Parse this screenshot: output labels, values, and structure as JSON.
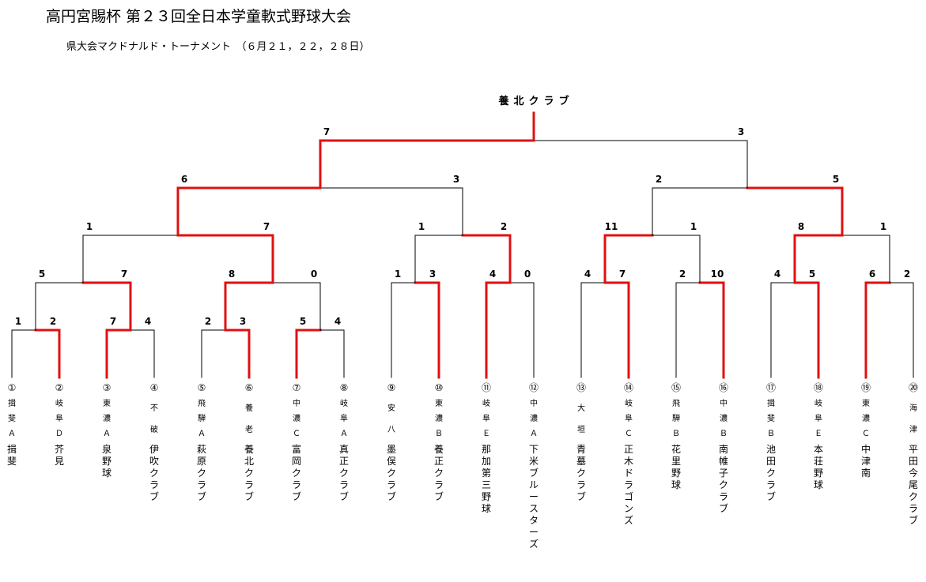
{
  "title": "高円宮賜杯 第２３回全日本学童軟式野球大会",
  "subtitle": "県大会マクドナルド・トーナメント　（６月２１，２２，２８日）",
  "champion": "養北クラブ",
  "colors": {
    "win": "#e01010",
    "line": "#000000"
  },
  "teams": [
    {
      "num": "①",
      "pref": "揖斐Ａ",
      "name": "揖斐"
    },
    {
      "num": "②",
      "pref": "岐阜Ｄ",
      "name": "芥見"
    },
    {
      "num": "③",
      "pref": "東濃Ａ",
      "name": "泉野球"
    },
    {
      "num": "④",
      "pref": "不破",
      "name": "伊吹クラブ"
    },
    {
      "num": "⑤",
      "pref": "飛騨Ａ",
      "name": "萩原クラブ"
    },
    {
      "num": "⑥",
      "pref": "養老",
      "name": "養北クラブ"
    },
    {
      "num": "⑦",
      "pref": "中濃Ｃ",
      "name": "富岡クラブ"
    },
    {
      "num": "⑧",
      "pref": "岐阜Ａ",
      "name": "真正クラブ"
    },
    {
      "num": "⑨",
      "pref": "安八",
      "name": "墨俣クラブ"
    },
    {
      "num": "⑩",
      "pref": "東濃Ｂ",
      "name": "養正クラブ"
    },
    {
      "num": "⑪",
      "pref": "岐阜Ｅ",
      "name": "那加第三野球"
    },
    {
      "num": "⑫",
      "pref": "中濃Ａ",
      "name": "下米ブルースターズ"
    },
    {
      "num": "⑬",
      "pref": "大垣",
      "name": "青墓クラブ"
    },
    {
      "num": "⑭",
      "pref": "岐阜Ｃ",
      "name": "正木ドラゴンズ"
    },
    {
      "num": "⑮",
      "pref": "飛騨Ｂ",
      "name": "花里野球"
    },
    {
      "num": "⑯",
      "pref": "中濃Ｂ",
      "name": "南帷子クラブ"
    },
    {
      "num": "⑰",
      "pref": "揖斐Ｂ",
      "name": "池田クラブ"
    },
    {
      "num": "⑱",
      "pref": "岐阜Ｅ",
      "name": "本荘野球"
    },
    {
      "num": "⑲",
      "pref": "東濃Ｃ",
      "name": "中津南"
    },
    {
      "num": "⑳",
      "pref": "海津",
      "name": "平田今尾クラブ"
    }
  ],
  "matches": [
    {
      "id": "m1",
      "round": 1,
      "a": 0,
      "b": 1,
      "score_a": "1",
      "score_b": "2",
      "winner": "b"
    },
    {
      "id": "m2",
      "round": 1,
      "a": 2,
      "b": 3,
      "score_a": "7",
      "score_b": "4",
      "winner": "a"
    },
    {
      "id": "m3",
      "round": 1,
      "a": 4,
      "b": 5,
      "score_a": "2",
      "score_b": "3",
      "winner": "b"
    },
    {
      "id": "m4",
      "round": 1,
      "a": 6,
      "b": 7,
      "score_a": "5",
      "score_b": "4",
      "winner": "a"
    },
    {
      "id": "m5",
      "round": 2,
      "a": "m1",
      "b": "m2",
      "score_a": "5",
      "score_b": "7",
      "winner": "b"
    },
    {
      "id": "m6",
      "round": 2,
      "a": "m3",
      "b": "m4",
      "score_a": "8",
      "score_b": "0",
      "winner": "a"
    },
    {
      "id": "m7",
      "round": 2,
      "a": 8,
      "b": 9,
      "score_a": "1",
      "score_b": "3",
      "winner": "b"
    },
    {
      "id": "m8",
      "round": 2,
      "a": 10,
      "b": 11,
      "score_a": "4",
      "score_b": "0",
      "winner": "a"
    },
    {
      "id": "m9",
      "round": 2,
      "a": 12,
      "b": 13,
      "score_a": "4",
      "score_b": "7",
      "winner": "b"
    },
    {
      "id": "m10",
      "round": 2,
      "a": 14,
      "b": 15,
      "score_a": "2",
      "score_b": "10",
      "winner": "b"
    },
    {
      "id": "m11",
      "round": 2,
      "a": 16,
      "b": 17,
      "score_a": "4",
      "score_b": "5",
      "winner": "b"
    },
    {
      "id": "m12",
      "round": 2,
      "a": 18,
      "b": 19,
      "score_a": "6",
      "score_b": "2",
      "winner": "a"
    },
    {
      "id": "m13",
      "round": 3,
      "a": "m5",
      "b": "m6",
      "score_a": "1",
      "score_b": "7",
      "winner": "b"
    },
    {
      "id": "m14",
      "round": 3,
      "a": "m7",
      "b": "m8",
      "score_a": "1",
      "score_b": "2",
      "winner": "b"
    },
    {
      "id": "m15",
      "round": 3,
      "a": "m9",
      "b": "m10",
      "score_a": "11",
      "score_b": "1",
      "winner": "a"
    },
    {
      "id": "m16",
      "round": 3,
      "a": "m11",
      "b": "m12",
      "score_a": "8",
      "score_b": "1",
      "winner": "a"
    },
    {
      "id": "m17",
      "round": 4,
      "a": "m13",
      "b": "m14",
      "score_a": "6",
      "score_b": "3",
      "winner": "a"
    },
    {
      "id": "m18",
      "round": 4,
      "a": "m15",
      "b": "m16",
      "score_a": "2",
      "score_b": "5",
      "winner": "b"
    },
    {
      "id": "m19",
      "round": 5,
      "a": "m17",
      "b": "m18",
      "score_a": "7",
      "score_b": "3",
      "winner": "a"
    }
  ]
}
